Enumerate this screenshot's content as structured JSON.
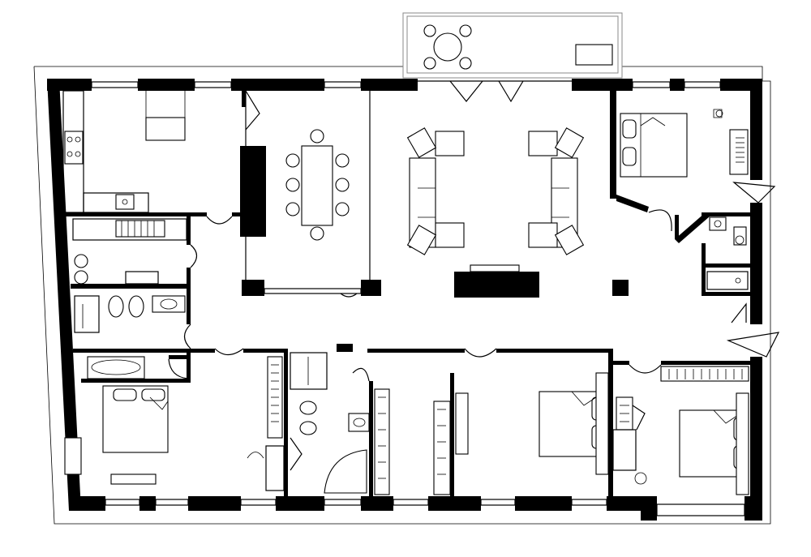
{
  "plan": {
    "title": "",
    "rooms": [
      {
        "id": "kitchen",
        "name": "kitchen"
      },
      {
        "id": "dining",
        "name": "dining-room"
      },
      {
        "id": "living",
        "name": "living-room"
      },
      {
        "id": "bedroom-ne",
        "name": "bedroom"
      },
      {
        "id": "laundry",
        "name": "utility-room"
      },
      {
        "id": "bathroom-w",
        "name": "bathroom"
      },
      {
        "id": "bedroom-sw",
        "name": "bedroom"
      },
      {
        "id": "bathroom-s",
        "name": "bathroom"
      },
      {
        "id": "wardrobe",
        "name": "walk-in-closet"
      },
      {
        "id": "bedroom-s",
        "name": "bedroom"
      },
      {
        "id": "bedroom-se",
        "name": "bedroom"
      },
      {
        "id": "wc-e",
        "name": "wc"
      },
      {
        "id": "terrace",
        "name": "balcony"
      }
    ],
    "colors": {
      "wall": "#000000",
      "background": "#ffffff",
      "fixture": "#000000"
    }
  }
}
